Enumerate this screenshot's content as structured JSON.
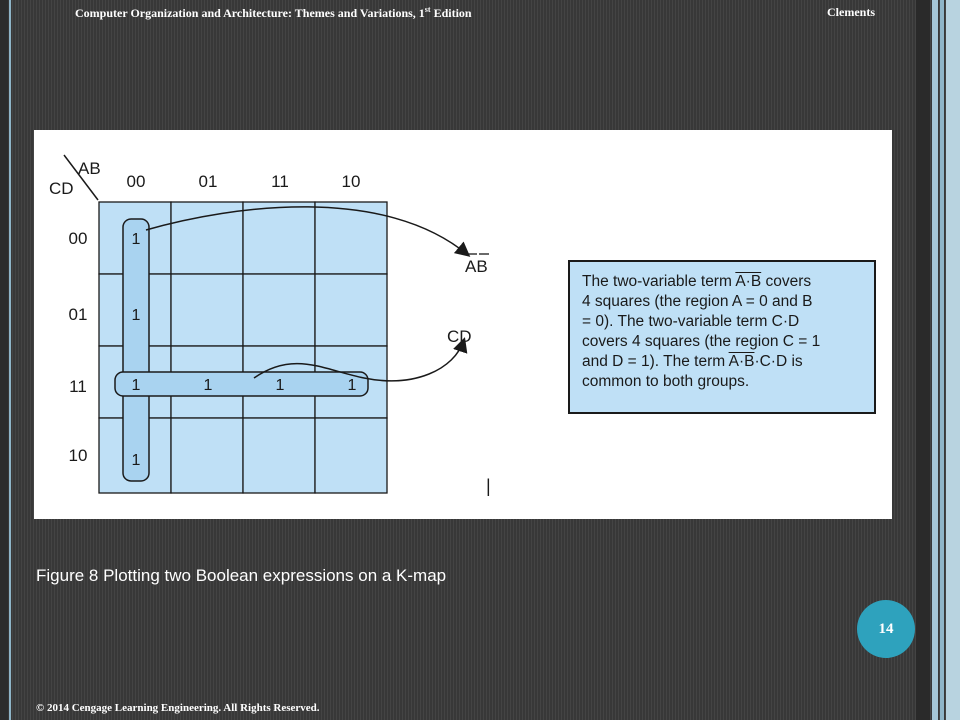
{
  "header": {
    "title_main": "Computer Organization and Architecture: Themes and Variations, 1",
    "title_sup": "st",
    "title_tail": " Edition",
    "author": "Clements"
  },
  "kmap": {
    "corner_col_var": "AB",
    "corner_row_var": "CD",
    "col_headers": [
      "00",
      "01",
      "11",
      "10"
    ],
    "row_headers": [
      "00",
      "01",
      "11",
      "10"
    ],
    "cells": [
      [
        "1",
        "",
        "",
        ""
      ],
      [
        "1",
        "",
        "",
        ""
      ],
      [
        "1",
        "1",
        "1",
        "1"
      ],
      [
        "1",
        "",
        "",
        ""
      ]
    ]
  },
  "annotations": {
    "ab_label": "AB",
    "cd_label": "CD",
    "cursor_mark": "|"
  },
  "explanation": {
    "line1_a": "The two-variable term ",
    "line1_term": "A·B",
    "line1_b": " covers",
    "line2": "4 squares (the region A = 0 and B",
    "line3": "= 0). The two-variable term C·D",
    "line4": "covers 4 squares (the region C = 1",
    "line5_a": "and D = 1). The term ",
    "line5_term": "A·B",
    "line5_b": "·C·D is",
    "line6": "common to both groups."
  },
  "caption": "Figure 8 Plotting two Boolean expressions on a K-map",
  "page_number": "14",
  "copyright": "© 2014 Cengage Learning Engineering. All Rights Reserved.",
  "colors": {
    "cell_fill": "#bfe0f6",
    "loop_fill": "#a9d3f0",
    "badge": "#2ea2bd",
    "right_stripe": "#a6c6d6"
  }
}
